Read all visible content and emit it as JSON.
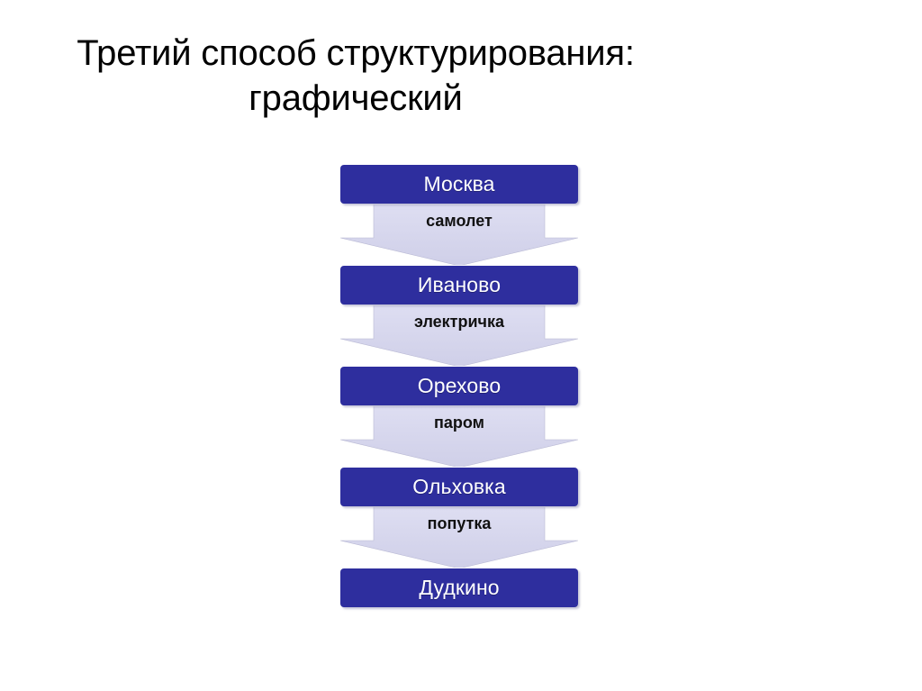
{
  "slide": {
    "title_line_1": "Третий способ структурирования:",
    "title_line_2": "графический",
    "background_color": "#ffffff"
  },
  "theme": {
    "node_fill": "#2e2e9e",
    "node_text_color": "#ffffff",
    "arrow_fill": "#dcdcf0",
    "arrow_text_color": "#111111",
    "title_color": "#000000"
  },
  "diagram": {
    "type": "linear-flowchart",
    "direction": "top-to-bottom",
    "nodes": [
      {
        "label": "Москва"
      },
      {
        "label": "Иваново"
      },
      {
        "label": "Орехово"
      },
      {
        "label": "Ольховка"
      },
      {
        "label": "Дудкино"
      }
    ],
    "connectors": [
      {
        "label": "самолет",
        "from": "Москва",
        "to": "Иваново"
      },
      {
        "label": "электричка",
        "from": "Иваново",
        "to": "Орехово"
      },
      {
        "label": "паром",
        "from": "Орехово",
        "to": "Ольховка"
      },
      {
        "label": "попутка",
        "from": "Ольховка",
        "to": "Дудкино"
      }
    ]
  }
}
